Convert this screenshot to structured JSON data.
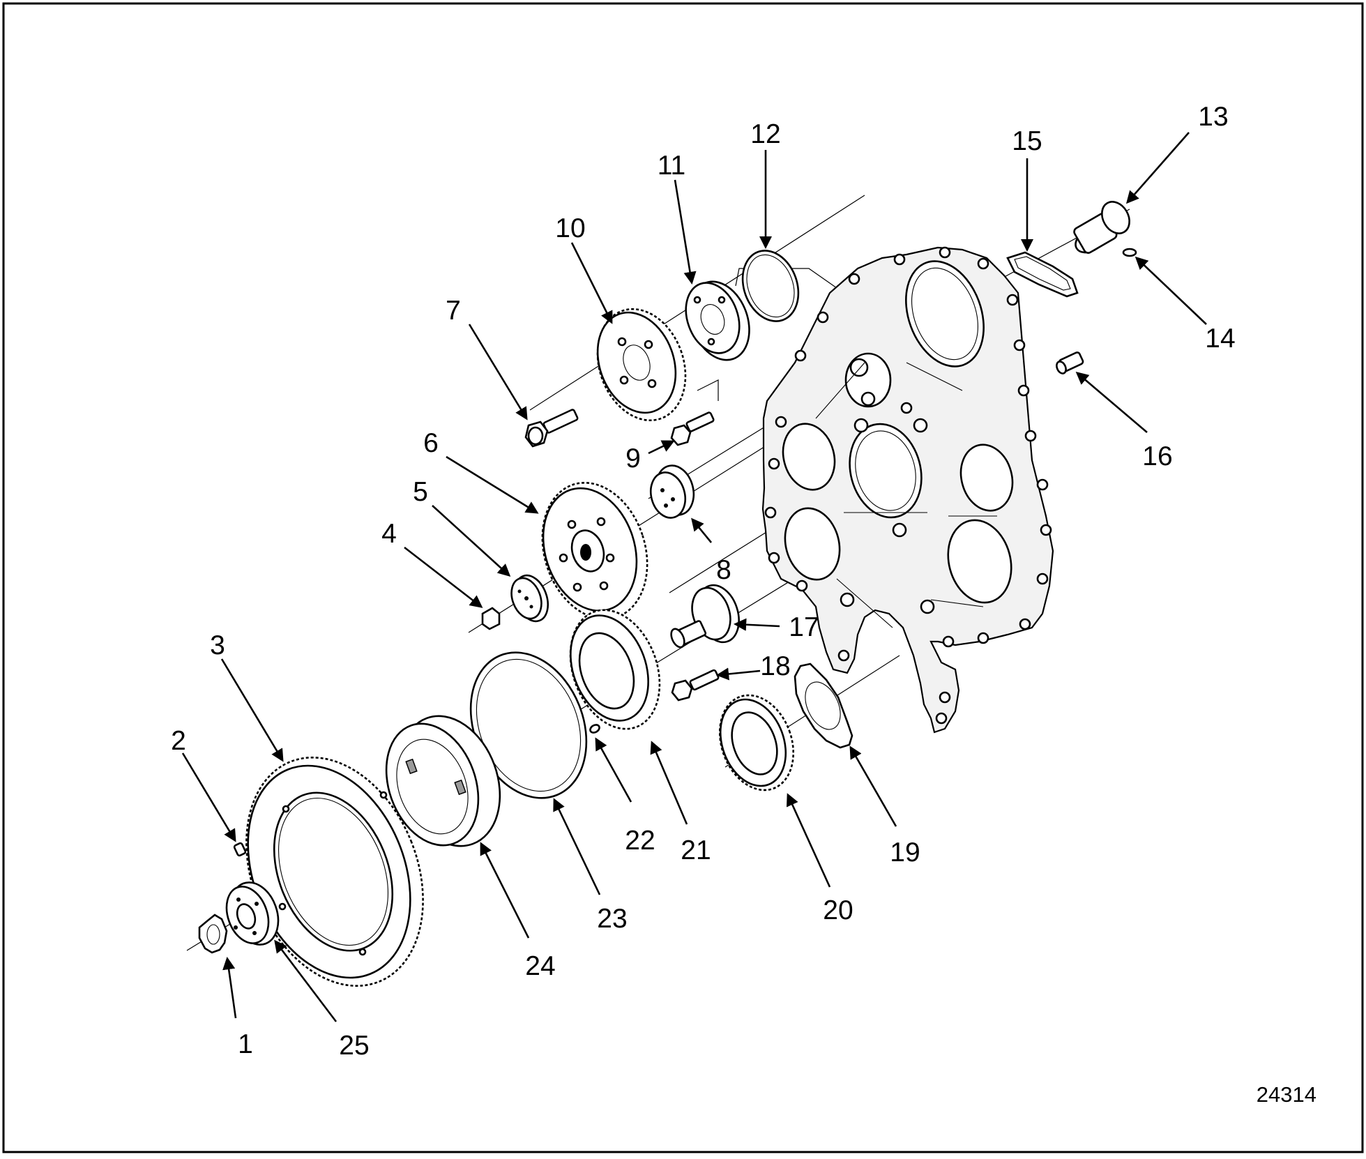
{
  "figure": {
    "figure_number": "24314",
    "callouts": [
      "1",
      "2",
      "3",
      "4",
      "5",
      "6",
      "7",
      "8",
      "9",
      "10",
      "11",
      "12",
      "13",
      "14",
      "15",
      "16",
      "17",
      "18",
      "19",
      "20",
      "21",
      "22",
      "23",
      "24",
      "25"
    ]
  }
}
